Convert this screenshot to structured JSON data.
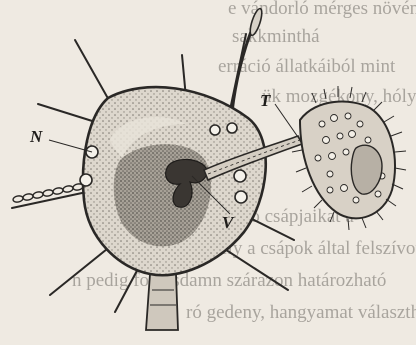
{
  "figure": {
    "labels": {
      "n": "N",
      "t": "T",
      "v": "V"
    }
  },
  "page_text": [
    "e vándorló mérges növényzetet",
    "sakkminthá",
    "erráció állatkáiból mint",
    "ük mozgékony, hólyagos",
    "",
    "",
    "",
    "ban-szívó csápjaikat a",
    "ozaj, a mely a csápok által felszívott",
    "n pedig folyásdamn szárazon határozható",
    "ró gedeny, hangyamat választható"
  ],
  "colors": {
    "paper": "#efeae2",
    "ink": "#2a2826"
  }
}
